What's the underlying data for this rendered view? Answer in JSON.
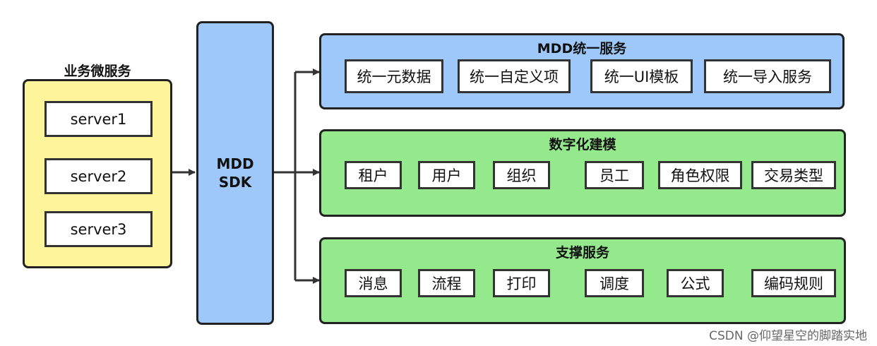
{
  "microservices": {
    "title": "业务微服务",
    "servers": [
      "server1",
      "server2",
      "server3"
    ]
  },
  "sdk": {
    "line1": "MDD",
    "line2": "SDK"
  },
  "unified_service": {
    "title": "MDD统一服务",
    "items": [
      "统一元数据",
      "统一自定义项",
      "统一UI模板",
      "统一导入服务"
    ]
  },
  "digital_modeling": {
    "title": "数字化建模",
    "items": [
      "租户",
      "用户",
      "组织",
      "员工",
      "角色权限",
      "交易类型"
    ]
  },
  "support_service": {
    "title": "支撑服务",
    "items": [
      "消息",
      "流程",
      "打印",
      "调度",
      "公式",
      "编码规则"
    ]
  },
  "watermark": "CSDN @仰望星空的脚踏实地",
  "colors": {
    "yellow": "#fef49a",
    "blue": "#9dc8f9",
    "green": "#95e98d",
    "border": "#222222"
  }
}
